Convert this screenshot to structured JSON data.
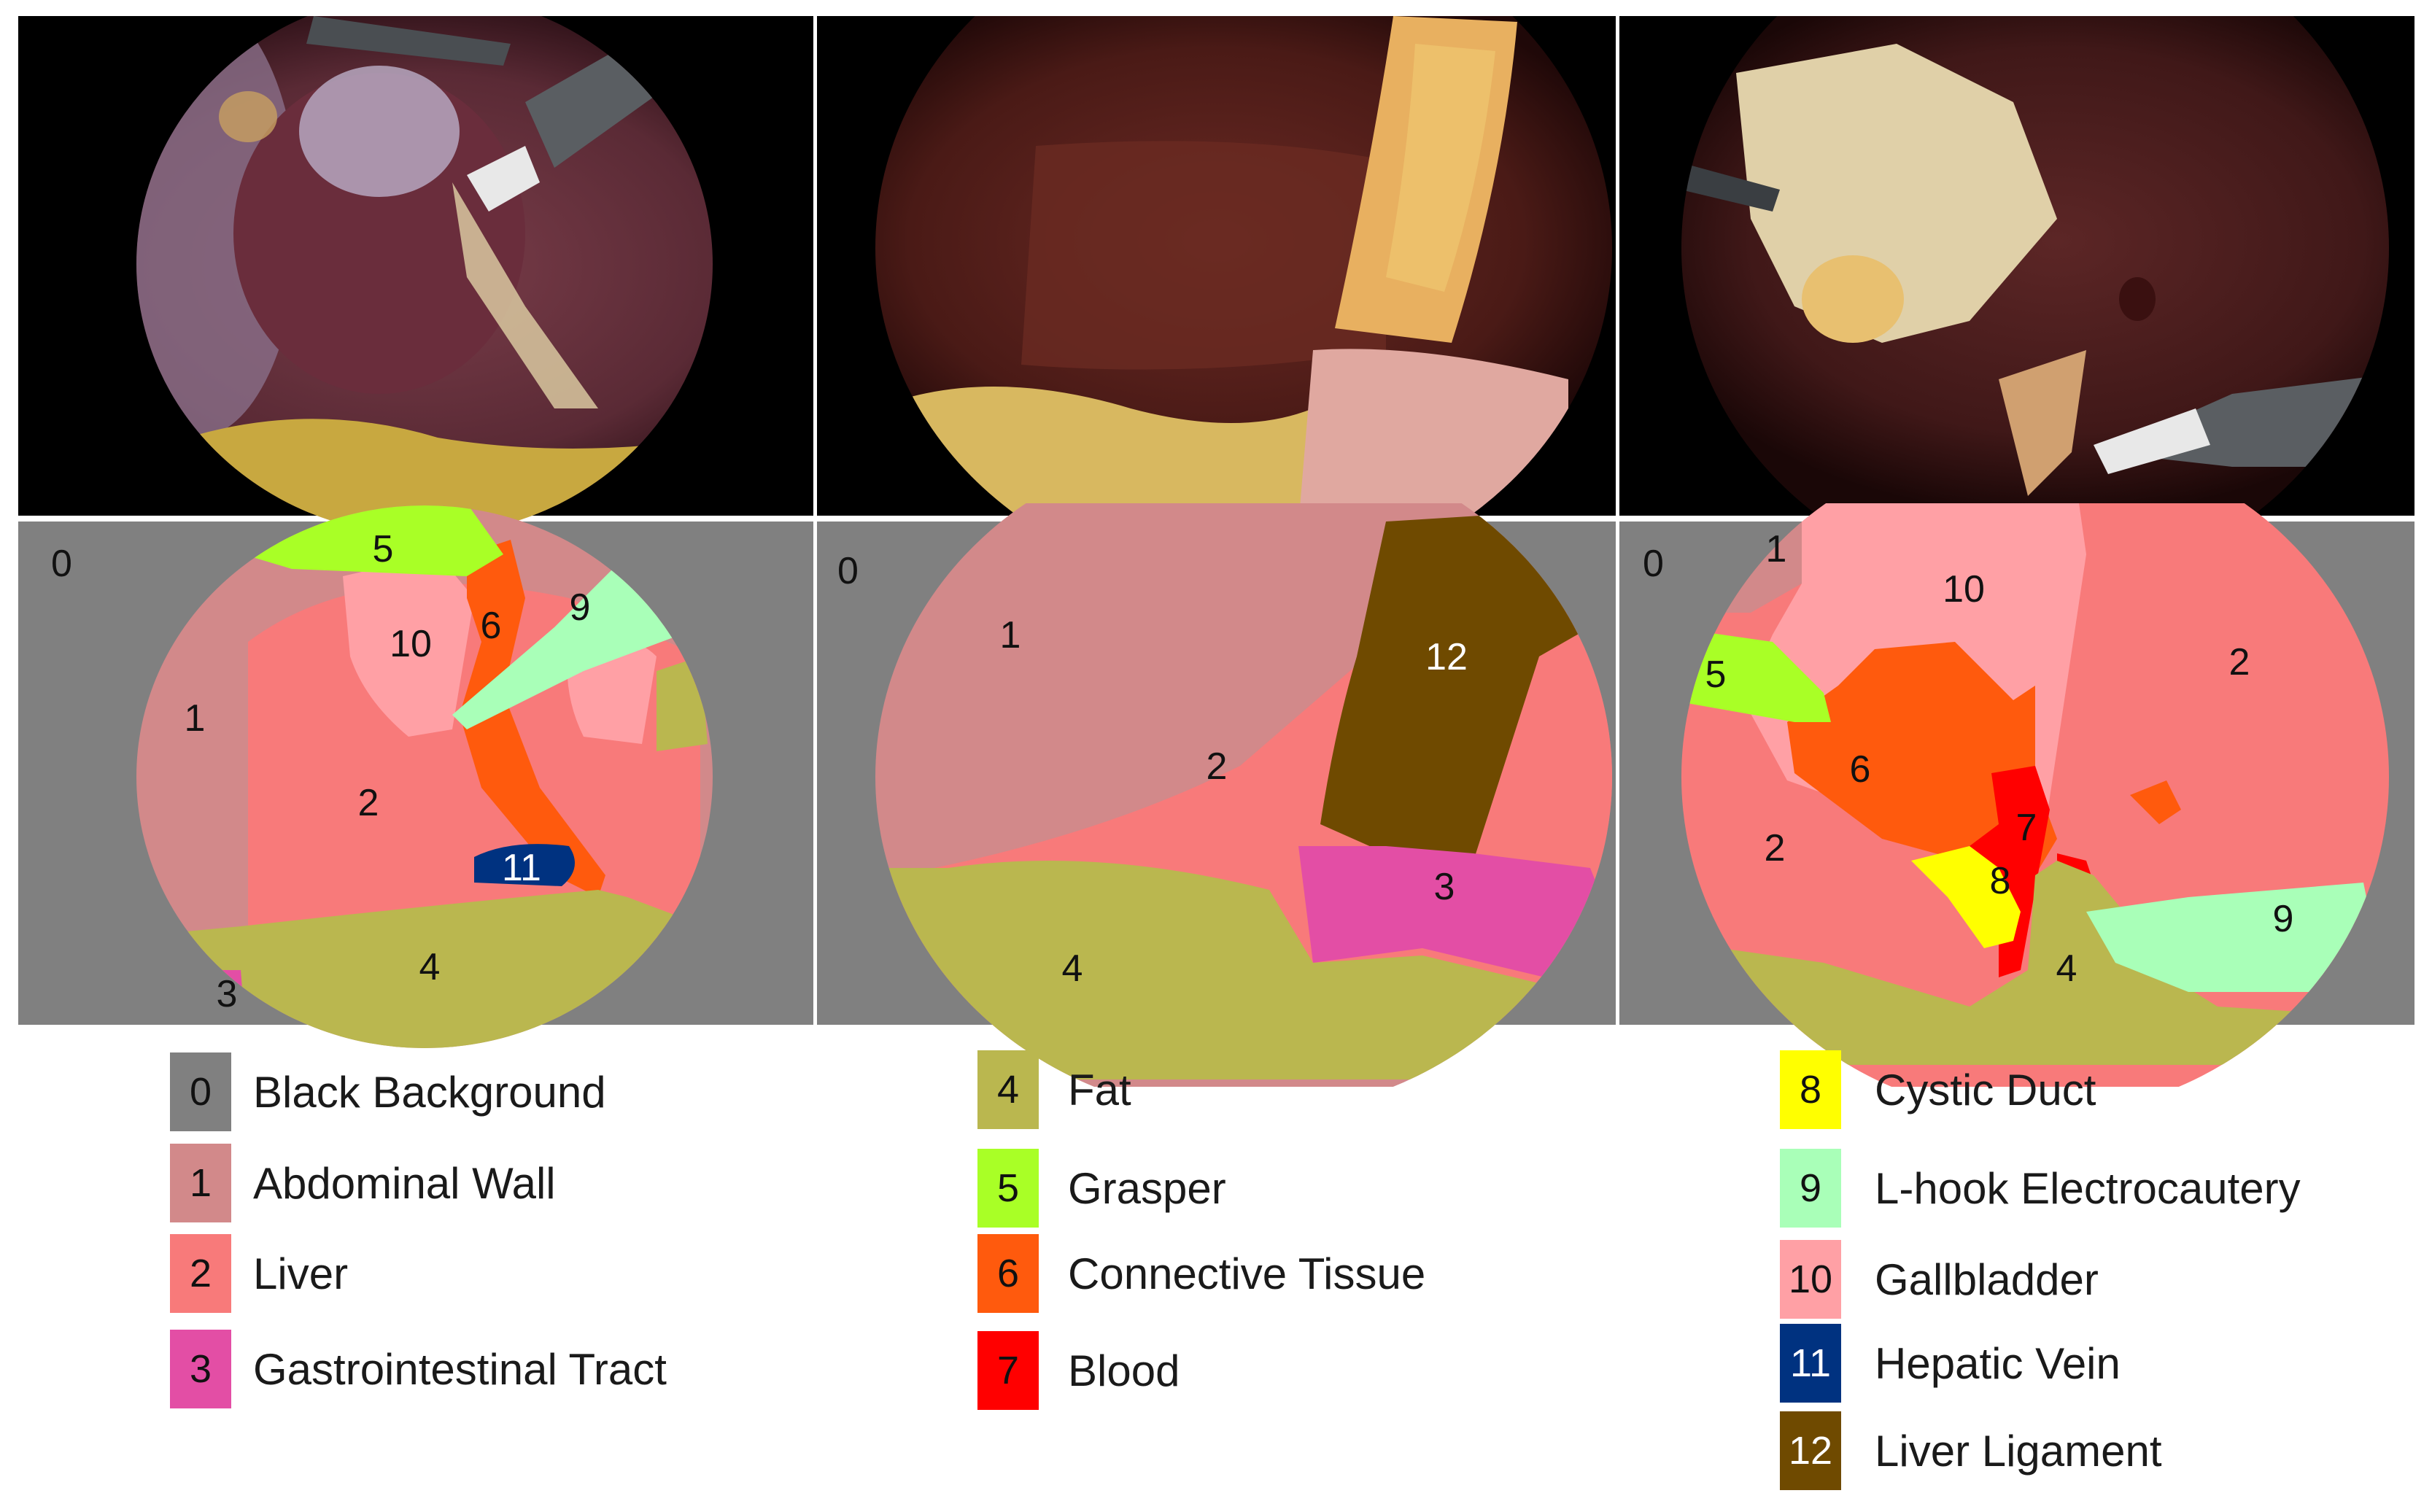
{
  "legend": {
    "columns": [
      [
        {
          "id": "0",
          "label": "Black Background",
          "color": "#808080",
          "text_color": "#111111"
        },
        {
          "id": "1",
          "label": "Abdominal Wall",
          "color": "#d2898a",
          "text_color": "#111111"
        },
        {
          "id": "2",
          "label": "Liver",
          "color": "#f87a7a",
          "text_color": "#111111"
        },
        {
          "id": "3",
          "label": "Gastrointestinal Tract",
          "color": "#e34ea5",
          "text_color": "#111111"
        }
      ],
      [
        {
          "id": "4",
          "label": "Fat",
          "color": "#bab74f",
          "text_color": "#111111"
        },
        {
          "id": "5",
          "label": "Grasper",
          "color": "#a9ff26",
          "text_color": "#111111"
        },
        {
          "id": "6",
          "label": "Connective Tissue",
          "color": "#ff5a0d",
          "text_color": "#111111"
        },
        {
          "id": "7",
          "label": "Blood",
          "color": "#ff0000",
          "text_color": "#111111"
        }
      ],
      [
        {
          "id": "8",
          "label": "Cystic Duct",
          "color": "#ffff00",
          "text_color": "#111111"
        },
        {
          "id": "9",
          "label": "L-hook Electrocautery",
          "color": "#a9ffb8",
          "text_color": "#111111"
        },
        {
          "id": "10",
          "label": "Gallbladder",
          "color": "#ffa0a5",
          "text_color": "#111111"
        },
        {
          "id": "11",
          "label": "Hepatic Vein",
          "color": "#003280",
          "text_color": "#ffffff"
        },
        {
          "id": "12",
          "label": "Liver Ligament",
          "color": "#6f4a00",
          "text_color": "#ffffff"
        }
      ]
    ]
  },
  "segmentation_labels": {
    "panel1": [
      "0",
      "5",
      "6",
      "9",
      "10",
      "1",
      "2",
      "11",
      "4",
      "3"
    ],
    "panel2": [
      "0",
      "1",
      "12",
      "2",
      "3",
      "4"
    ],
    "panel3": [
      "0",
      "1",
      "10",
      "2",
      "5",
      "6",
      "7",
      "2",
      "8",
      "4",
      "9"
    ]
  }
}
